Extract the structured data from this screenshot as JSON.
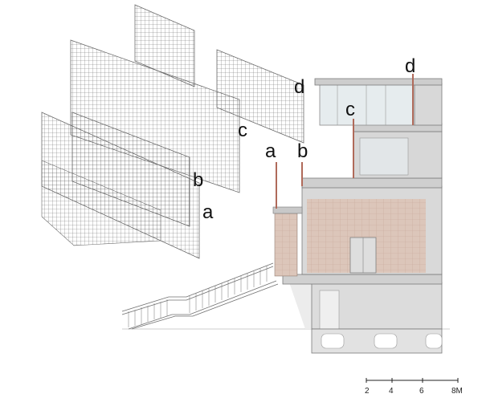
{
  "labels": {
    "exploded_a": "a",
    "exploded_b": "b",
    "exploded_c": "c",
    "exploded_d": "d",
    "section_a": "a",
    "section_b": "b",
    "section_c": "c",
    "section_d": "d"
  },
  "scale_bar": {
    "ticks": [
      "2",
      "4",
      "6",
      "8M"
    ]
  },
  "colors": {
    "grid_line": "#6b6b6b",
    "wall": "#d3d3d3",
    "wall_light": "#e4e4e4",
    "brick": "#d9c2b6",
    "glass": "#e8eef0",
    "line": "#7a7a7a"
  }
}
